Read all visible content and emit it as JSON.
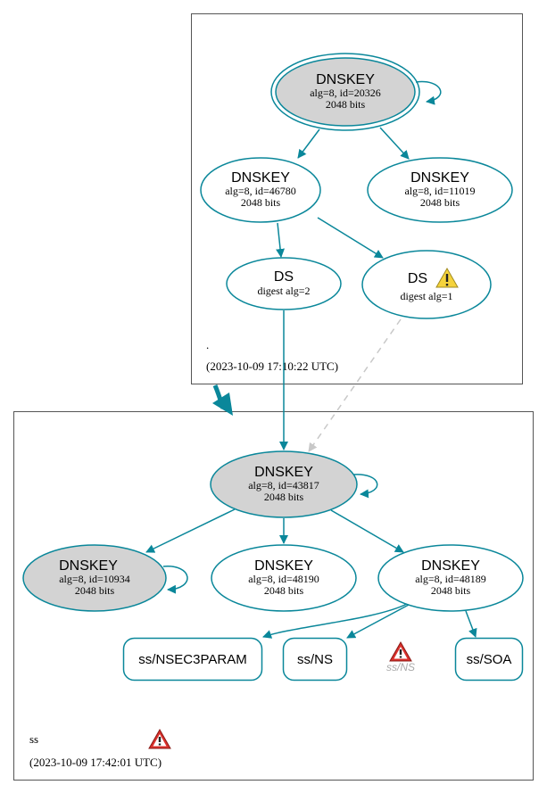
{
  "colors": {
    "edge": "#0a879a",
    "grey_fill": "#d3d3d3",
    "dashed_edge": "#c8c8c8",
    "warning_yellow": "#f5d33c",
    "error_red": "#d9302b"
  },
  "root_zone": {
    "name": ".",
    "timestamp": "(2023-10-09 17:10:22 UTC)",
    "ksk": {
      "title": "DNSKEY",
      "line1": "alg=8, id=20326",
      "line2": "2048 bits"
    },
    "zsk_a": {
      "title": "DNSKEY",
      "line1": "alg=8, id=46780",
      "line2": "2048 bits"
    },
    "zsk_b": {
      "title": "DNSKEY",
      "line1": "alg=8, id=11019",
      "line2": "2048 bits"
    },
    "ds2": {
      "title": "DS",
      "line1": "digest alg=2"
    },
    "ds1": {
      "title": "DS",
      "line1": "digest alg=1",
      "icon": "warning-icon"
    }
  },
  "ss_zone": {
    "name": "ss",
    "timestamp": "(2023-10-09 17:42:01 UTC)",
    "zone_icon": "error-icon",
    "ksk": {
      "title": "DNSKEY",
      "line1": "alg=8, id=43817",
      "line2": "2048 bits"
    },
    "key_10934": {
      "title": "DNSKEY",
      "line1": "alg=8, id=10934",
      "line2": "2048 bits"
    },
    "key_48190": {
      "title": "DNSKEY",
      "line1": "alg=8, id=48190",
      "line2": "2048 bits"
    },
    "key_48189": {
      "title": "DNSKEY",
      "line1": "alg=8, id=48189",
      "line2": "2048 bits"
    },
    "rr_nsec3param": "ss/NSEC3PARAM",
    "rr_ns": "ss/NS",
    "rr_soa": "ss/SOA",
    "ghost_ns": {
      "label": "ss/NS",
      "icon": "error-icon"
    }
  }
}
